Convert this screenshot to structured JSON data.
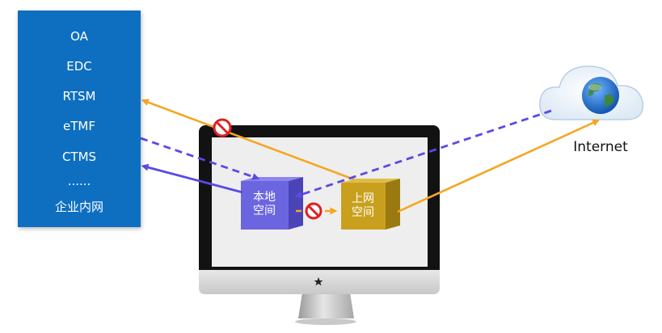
{
  "intranet_panel": {
    "items": [
      "OA",
      "EDC",
      "RTSM",
      "eTMF",
      "CTMS",
      "......",
      "企业内网"
    ],
    "color": "#0e6fc1"
  },
  "local_space": {
    "label_line1": "本地",
    "label_line2": "空间",
    "color": "#6b66e0"
  },
  "internet_space": {
    "label_line1": "上网",
    "label_line2": "空间",
    "color": "#c9a01d"
  },
  "internet": {
    "label": "Internet"
  },
  "colors": {
    "orange_arrow": "#f5a623",
    "purple_arrow": "#5a4ae6",
    "blocked": "#e02020"
  },
  "icons": [
    "cloud-icon",
    "globe-icon",
    "blocked-icon",
    "star-logo-icon"
  ]
}
